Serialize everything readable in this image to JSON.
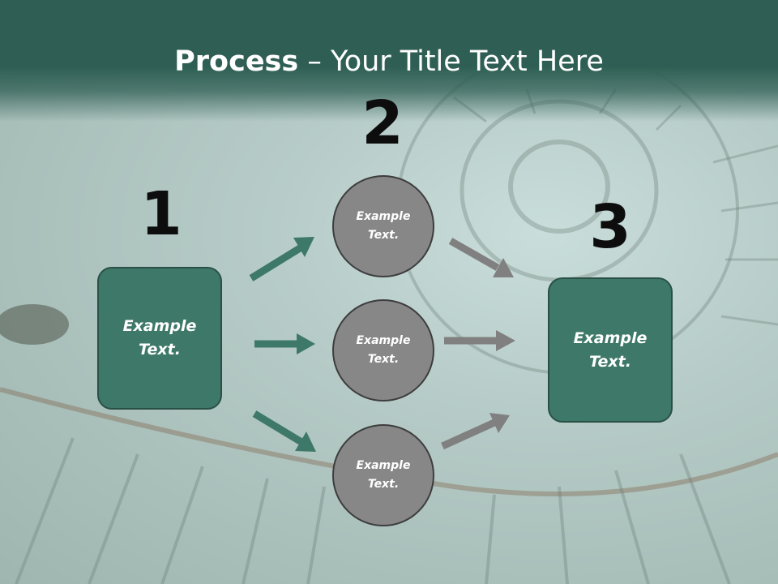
{
  "title": {
    "bold": "Process",
    "rest": " – Your Title Text Here"
  },
  "steps": [
    {
      "number": "1",
      "text": "Example Text."
    },
    {
      "number": "2"
    },
    {
      "number": "3",
      "text": "Example Text."
    }
  ],
  "circles": [
    {
      "text": "Example Text."
    },
    {
      "text": "Example Text."
    },
    {
      "text": "Example Text."
    }
  ],
  "colors": {
    "title_band": "#2f5f54",
    "box_fill": "#3e7868",
    "circle_fill": "#878787",
    "arrow_green": "#3e7868",
    "arrow_gray": "#808080"
  }
}
